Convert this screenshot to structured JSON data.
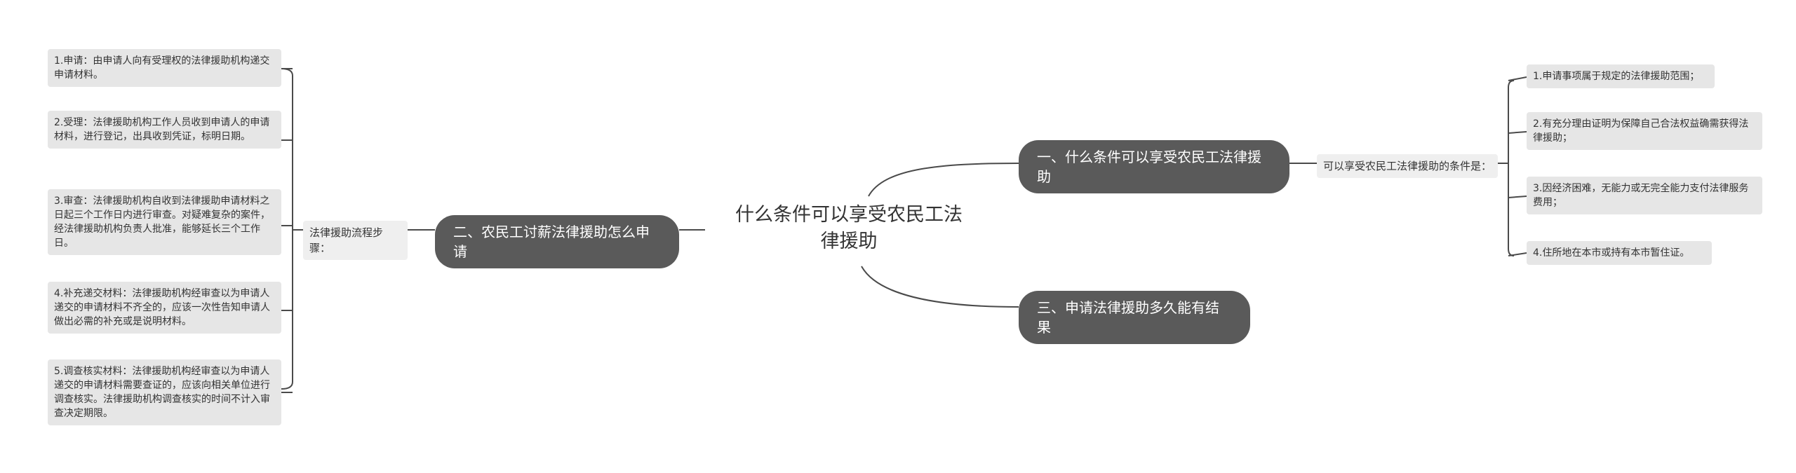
{
  "root": {
    "title": "什么条件可以享受农民工法律援助"
  },
  "branches": {
    "conditions": {
      "label": "一、什么条件可以享受农民工法律援助",
      "sub_label": "可以享受农民工法律援助的条件是：",
      "items": [
        "1.申请事项属于规定的法律援助范围；",
        "2.有充分理由证明为保障自己合法权益确需获得法律援助；",
        "3.因经济困难，无能力或无完全能力支付法律服务费用；",
        "4.住所地在本市或持有本市暂住证。"
      ]
    },
    "apply": {
      "label": "二、农民工讨薪法律援助怎么申请",
      "sub_label": "法律援助流程步骤：",
      "items": [
        "1.申请：由申请人向有受理权的法律援助机构递交申请材料。",
        "2.受理：法律援助机构工作人员收到申请人的申请材料，进行登记，出具收到凭证，标明日期。",
        "3.审查：法律援助机构自收到法律援助申请材料之日起三个工作日内进行审查。对疑难复杂的案件，经法律援助机构负责人批准，能够延长三个工作日。",
        "4.补充递交材料：法律援助机构经审查以为申请人递交的申请材料不齐全的，应该一次性告知申请人做出必需的补充或是说明材料。",
        "5.调查核实材料：法律援助机构经审查以为申请人递交的申请材料需要查证的，应该向相关单位进行调查核实。法律援助机构调查核实的时间不计入审查决定期限。"
      ]
    },
    "duration": {
      "label": "三、申请法律援助多久能有结果"
    }
  },
  "colors": {
    "branch_fill": "#5a5a5a",
    "sub_fill": "#efefef",
    "leaf_fill": "#e6e6e6",
    "line": "#4a4a4a",
    "text": "#333333"
  }
}
